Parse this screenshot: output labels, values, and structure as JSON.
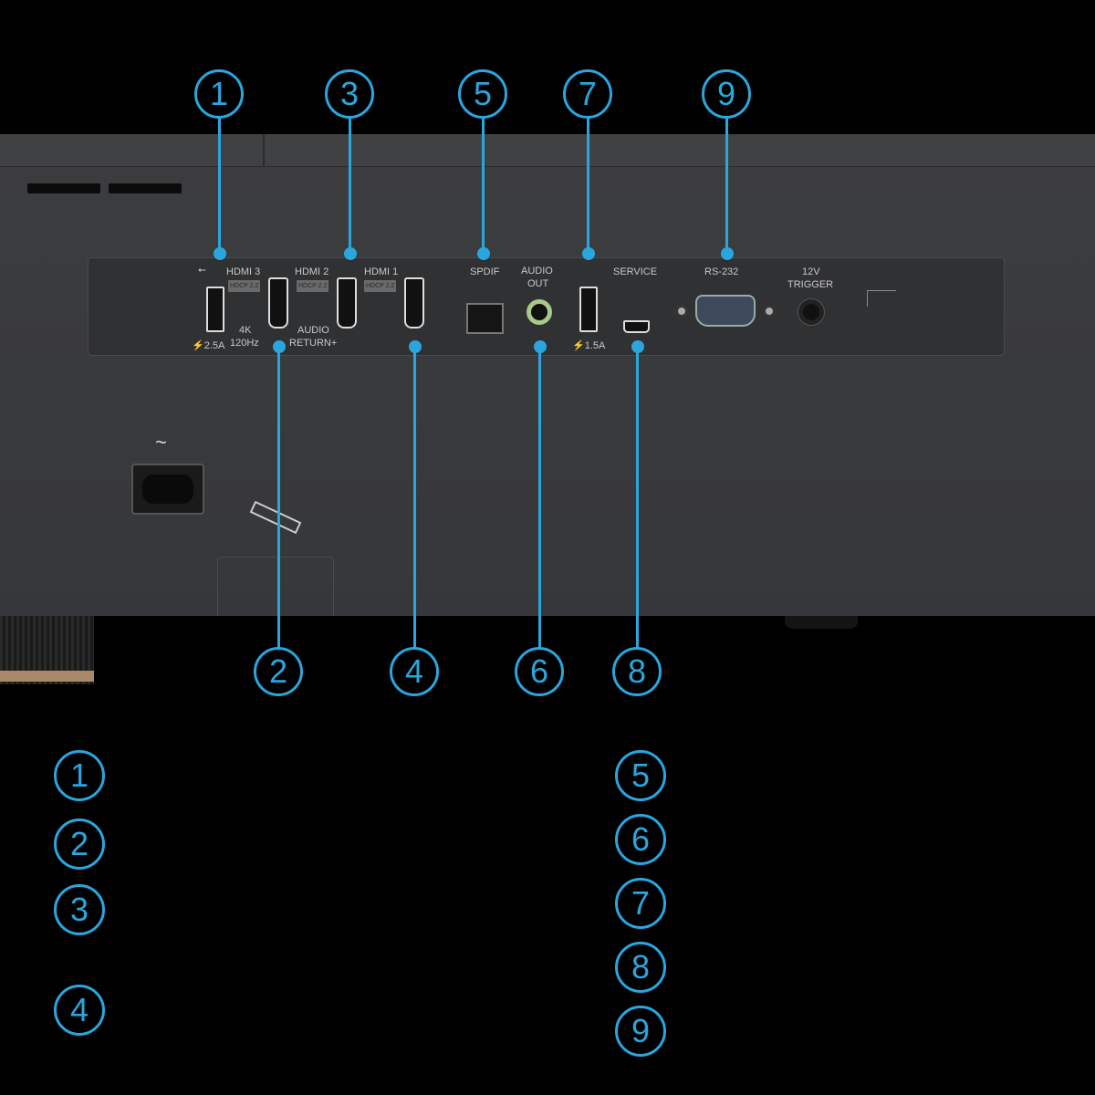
{
  "accent": "#2aa6df",
  "ports": {
    "hdmi3": "HDMI 3",
    "hdmi2": "HDMI 2",
    "hdmi1": "HDMI 1",
    "hdcp": "HDCP 2.2",
    "k4": "4K",
    "hz": "120Hz",
    "audio": "AUDIO",
    "return": "RETURN+",
    "usb1_power": "⚡2.5A",
    "usb2_power": "⚡1.5A",
    "spdif": "SPDIF",
    "audio_out1": "AUDIO",
    "audio_out2": "OUT",
    "service": "SERVICE",
    "rs232": "RS-232",
    "trigger1": "12V",
    "trigger2": "TRIGGER",
    "ac": "~"
  },
  "callouts": [
    "1",
    "2",
    "3",
    "4",
    "5",
    "6",
    "7",
    "8",
    "9"
  ],
  "legend_left": [
    "1",
    "2",
    "3",
    "4"
  ],
  "legend_right": [
    "5",
    "6",
    "7",
    "8",
    "9"
  ]
}
